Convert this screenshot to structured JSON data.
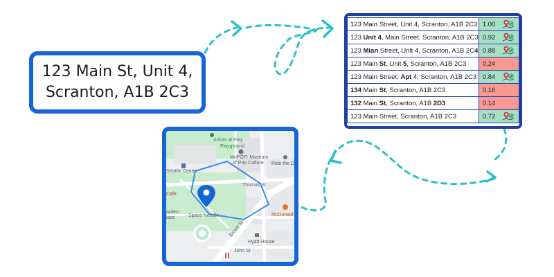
{
  "query": {
    "line1": "123 Main St, Unit 4,",
    "line2": "Scranton, A1B 2C3"
  },
  "results": [
    {
      "address_html": "123 Main Street, Unit 4, Scranton, A1B 2C3",
      "score": "1.00",
      "status": "good",
      "icon": "map-check-icon"
    },
    {
      "address_html": "123 <b>Unit 4</b>, Main Street, Scranton, A1B 2C3",
      "score": "0.92",
      "status": "good",
      "icon": "map-check-icon"
    },
    {
      "address_html": "123 <b>Mian</b> Street, Unit 4, Scranton, A1B 2C<b>4</b>",
      "score": "0.88",
      "status": "good",
      "icon": "map-check-icon"
    },
    {
      "address_html": "123 Main <b>St</b>, Unit <b>5</b>, Scranton, A1B 2C3",
      "score": "0.24",
      "status": "bad",
      "icon": ""
    },
    {
      "address_html": "123 Main Street, <b>Apt</b> 4, Scranton, A1B 2C3",
      "score": "0.84",
      "status": "good",
      "icon": "map-check-icon"
    },
    {
      "address_html": "<b>134</b> Main <b>St</b>, Scranton, A1B 2C3",
      "score": "0.16",
      "status": "bad",
      "icon": ""
    },
    {
      "address_html": "<b>132</b> Main <b>St</b>, Scranton, A1B <b>2D3</b>",
      "score": "0.14",
      "status": "bad",
      "icon": ""
    },
    {
      "address_html": "123 Main Street, Scranton, A1B 2C3",
      "score": "0.72",
      "status": "good",
      "icon": "map-check-icon"
    }
  ],
  "map": {
    "labels": {
      "artists": "Artists at Play",
      "playground": "Playground",
      "mopop1": "MoPOP: Museum",
      "mopop2": "of Pop Culture",
      "seattle_center": "Seattle Center",
      "ride_duck": "Ride the Duc",
      "thomas": "Thomas St",
      "cafe": "Cafe",
      "garden1": "arden",
      "garden2": "lass",
      "space_needle": "Space Needle",
      "mcdonalds": "McDonald's",
      "broad": "Broad St",
      "hyatt": "Hyatt House",
      "john": "John St"
    }
  },
  "colors": {
    "brand_blue": "#1565d8",
    "table_border": "#1f3fa1",
    "good": "#a6dfc7",
    "bad": "#f79a96",
    "connector": "#29c0c9"
  }
}
